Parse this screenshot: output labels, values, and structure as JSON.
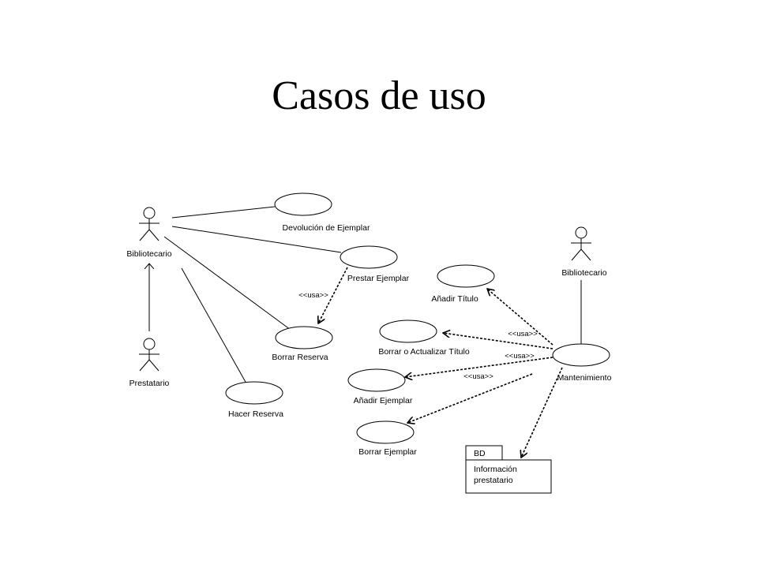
{
  "title": "Casos de uso",
  "actors": {
    "bibliotecario_left": "Bibliotecario",
    "prestatario": "Prestatario",
    "bibliotecario_right": "Bibliotecario"
  },
  "use_cases": {
    "devolucion": "Devolución de Ejemplar",
    "prestar": "Prestar Ejemplar",
    "borrar_reserva": "Borrar Reserva",
    "hacer_reserva": "Hacer Reserva",
    "anadir_titulo": "Añadir Título",
    "borrar_actualizar_titulo": "Borrar o Actualizar Título",
    "anadir_ejemplar": "Añadir Ejemplar",
    "borrar_ejemplar": "Borrar Ejemplar",
    "mantenimiento": "Mantenimiento"
  },
  "stereotypes": {
    "usa_prestar": "<<usa>>",
    "usa_titulo": "<<usa>>",
    "usa_actualizar": "<<usa>>",
    "usa_ejemplar": "<<usa>>"
  },
  "package": {
    "tab": "BD",
    "line1": "Información",
    "line2": "prestatario"
  }
}
